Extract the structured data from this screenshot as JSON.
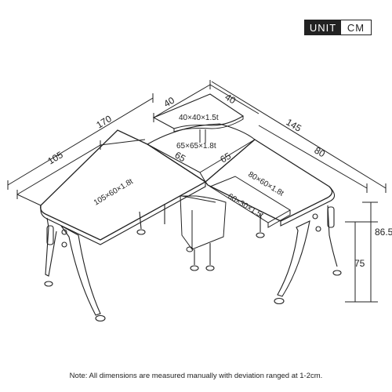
{
  "unit": {
    "label": "UNIT",
    "value": "CM"
  },
  "dimensions": {
    "overall_left": "170",
    "left_depth_small": "40",
    "shelf_depth": "40",
    "overall_right": "145",
    "left_wing": "105",
    "corner_left": "65",
    "corner_right": "65",
    "right_wing_depth": "80",
    "height_total": "86.5",
    "height_desk": "75"
  },
  "panels": {
    "shelf": "40×40×1.5t",
    "corner": "65×65×1.8t",
    "left_top": "105×60×1.8t",
    "right_top": "80×60×1.8t",
    "keyboard_tray": "60×30×1.5t"
  },
  "note": "Note: All dimensions are measured manually with deviation ranged at 1-2cm."
}
